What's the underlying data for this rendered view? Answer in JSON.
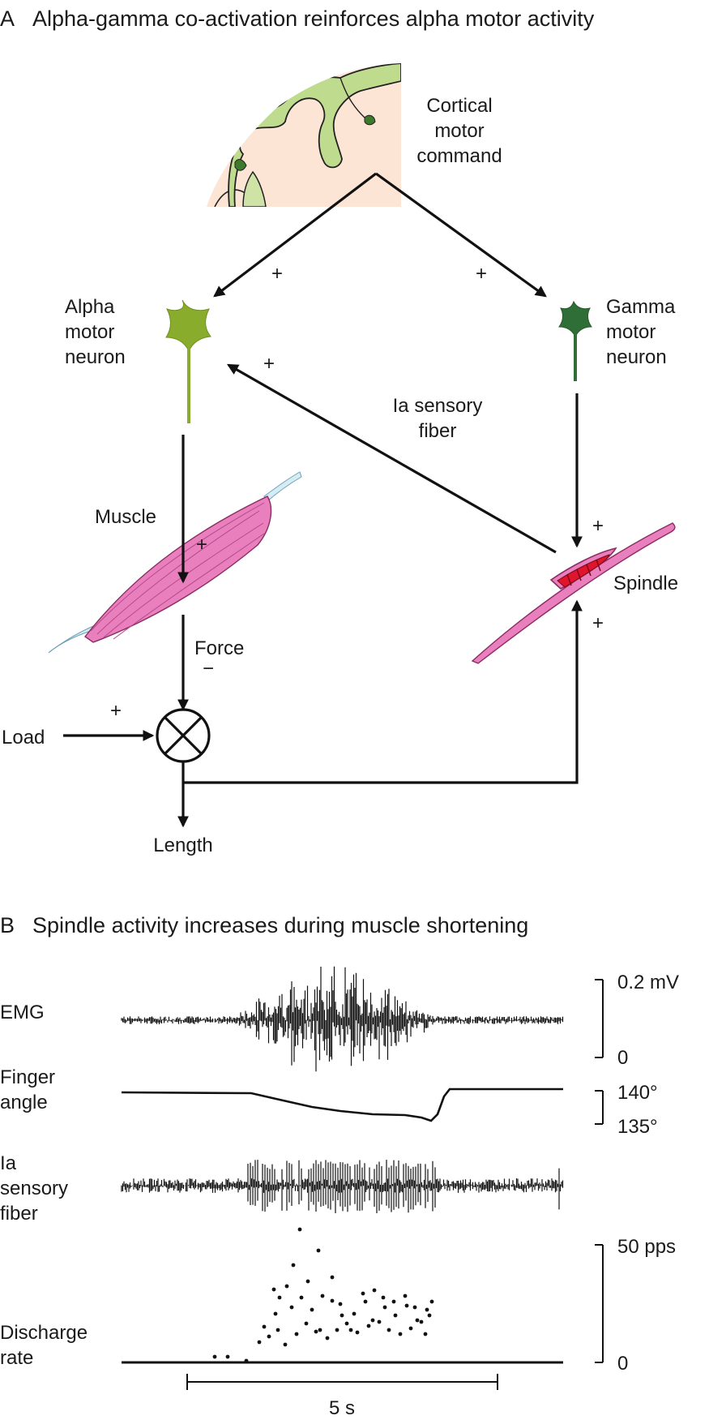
{
  "panel_a": {
    "letter": "A",
    "title": "Alpha-gamma co-activation reinforces alpha motor activity",
    "cortex_label": [
      "Cortical",
      "motor",
      "command"
    ],
    "alpha_label": [
      "Alpha",
      "motor",
      "neuron"
    ],
    "gamma_label": [
      "Gamma",
      "motor",
      "neuron"
    ],
    "ia_label": [
      "Ia sensory",
      "fiber"
    ],
    "muscle_label": "Muscle",
    "spindle_label": "Spindle",
    "force_label": "Force",
    "load_label": "Load",
    "length_label": "Length",
    "plus": "+",
    "minus": "−",
    "colors": {
      "alpha_neuron": "#8aac2c",
      "gamma_neuron": "#2f6e36",
      "muscle": "#e97fbd",
      "spindle_intrafusal": "#e0142c",
      "cortex_gyri": "#bfdc8e",
      "cortex_background": "#fde5d6"
    }
  },
  "panel_b": {
    "letter": "B",
    "title": "Spindle activity increases during muscle shortening",
    "emg_label": "EMG",
    "finger_label": [
      "Finger",
      "angle"
    ],
    "ia_label": [
      "Ia",
      "sensory",
      "fiber"
    ],
    "rate_label": [
      "Discharge",
      "rate"
    ],
    "emg_scale": {
      "top": "0.2 mV",
      "bottom": "0"
    },
    "angle_scale": {
      "top": "140°",
      "bottom": "135°"
    },
    "rate_scale": {
      "top": "50 pps",
      "bottom": "0"
    },
    "time_bar": "5 s"
  }
}
